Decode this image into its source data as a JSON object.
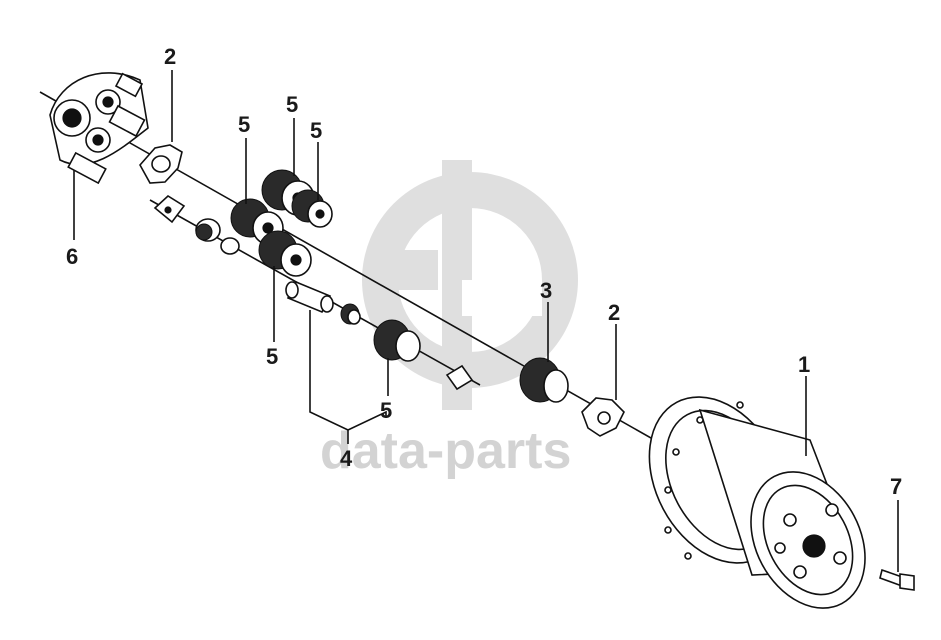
{
  "watermark": {
    "text": "data-parts",
    "color": "#d3d3d3"
  },
  "callouts": [
    {
      "id": "c1",
      "label": "1"
    },
    {
      "id": "c2a",
      "label": "2"
    },
    {
      "id": "c2b",
      "label": "2"
    },
    {
      "id": "c3",
      "label": "3"
    },
    {
      "id": "c4",
      "label": "4"
    },
    {
      "id": "c5a",
      "label": "5"
    },
    {
      "id": "c5b",
      "label": "5"
    },
    {
      "id": "c5c",
      "label": "5"
    },
    {
      "id": "c5d",
      "label": "5"
    },
    {
      "id": "c5e",
      "label": "5"
    },
    {
      "id": "c6",
      "label": "6"
    },
    {
      "id": "c7",
      "label": "7"
    }
  ]
}
